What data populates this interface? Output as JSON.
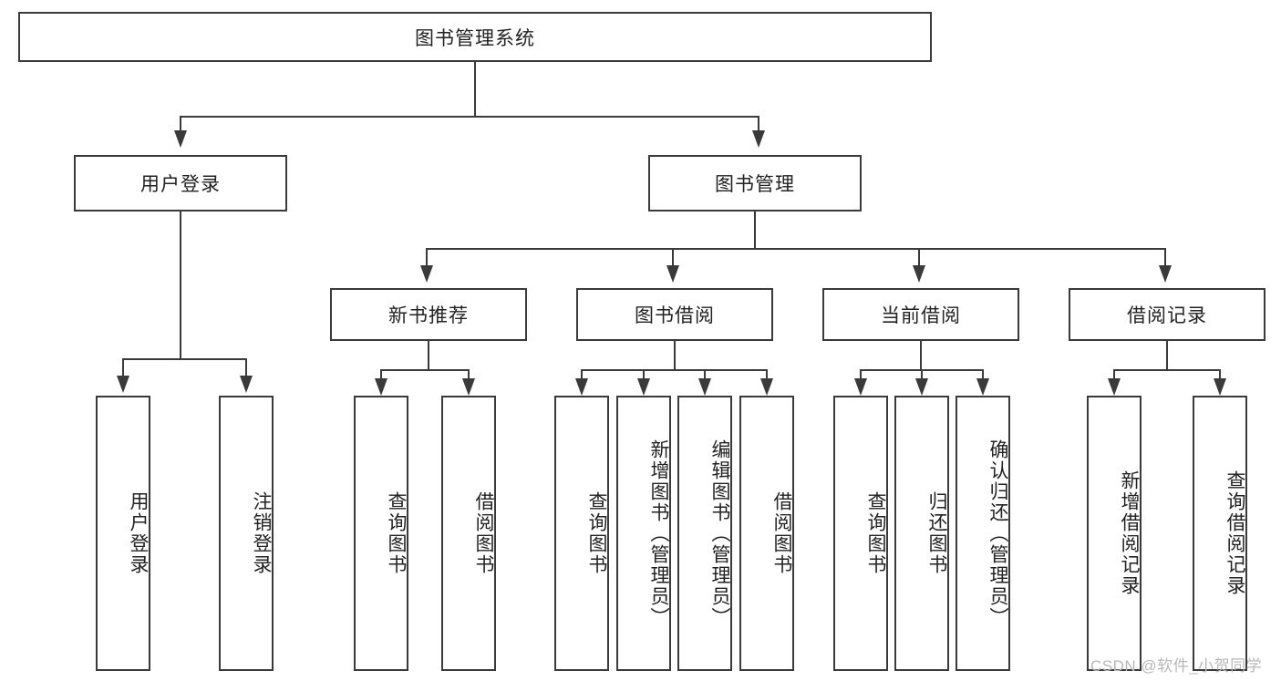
{
  "diagram": {
    "title_node": {
      "label": "图书管理系统"
    },
    "level2": [
      {
        "label": "用户登录"
      },
      {
        "label": "图书管理"
      }
    ],
    "level3": [
      {
        "label": "新书推荐"
      },
      {
        "label": "图书借阅"
      },
      {
        "label": "当前借阅"
      },
      {
        "label": "借阅记录"
      }
    ],
    "leaves": {
      "user_login": [
        {
          "label": "用户登录"
        },
        {
          "label": "注销登录"
        }
      ],
      "new_book_recommend": [
        {
          "label": "查询图书"
        },
        {
          "label": "借阅图书"
        }
      ],
      "book_borrow": [
        {
          "label": "查询图书"
        },
        {
          "label": "新增图书（管理员）"
        },
        {
          "label": "编辑图书（管理员）"
        },
        {
          "label": "借阅图书"
        }
      ],
      "current_borrow": [
        {
          "label": "查询图书"
        },
        {
          "label": "归还图书"
        },
        {
          "label": "确认归还（管理员）"
        }
      ],
      "borrow_record": [
        {
          "label": "新增借阅记录"
        },
        {
          "label": "查询借阅记录"
        }
      ]
    },
    "watermark": "CSDN @软件_小贺同学",
    "colors": {
      "stroke": "#3a3a3a",
      "background": "#ffffff",
      "text": "#222222",
      "watermark": "#b8b8b8"
    }
  }
}
